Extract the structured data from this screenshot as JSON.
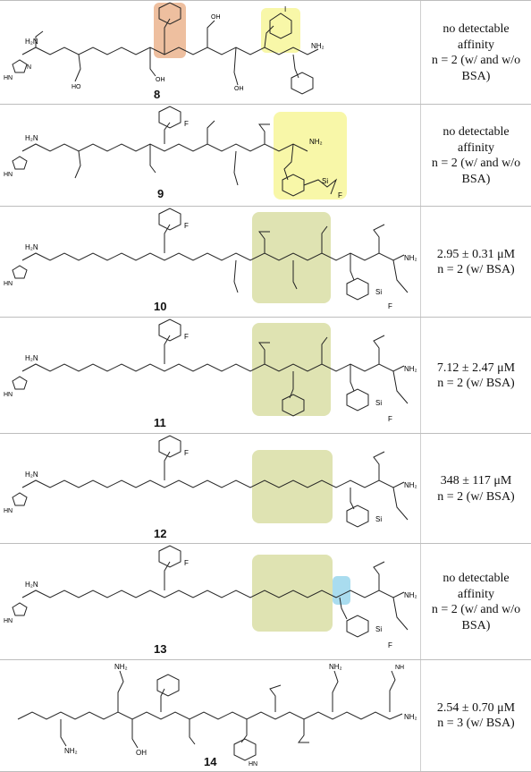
{
  "rows": [
    {
      "compound": "8",
      "lines": [
        "no detectable",
        "affinity",
        "n = 2 (w/ and w/o",
        "BSA)"
      ]
    },
    {
      "compound": "9",
      "lines": [
        "no detectable",
        "affinity",
        "n = 2 (w/ and w/o",
        "BSA)"
      ]
    },
    {
      "compound": "10",
      "lines": [
        "2.95 ± 0.31 μM",
        "n = 2 (w/ BSA)"
      ]
    },
    {
      "compound": "11",
      "lines": [
        "7.12 ± 2.47 μM",
        "n = 2 (w/ BSA)"
      ]
    },
    {
      "compound": "12",
      "lines": [
        "348 ± 117 μM",
        "n = 2 (w/ BSA)"
      ]
    },
    {
      "compound": "13",
      "lines": [
        "no detectable",
        "affinity",
        "n = 2 (w/ and w/o",
        "BSA)"
      ]
    },
    {
      "compound": "14",
      "lines": [
        "2.54 ± 0.70 μM",
        "n = 3 (w/ BSA)"
      ]
    }
  ],
  "highlight_colors": {
    "orange": "#eebf9f",
    "yellow": "#f8f7a8",
    "olive": "#dfe3b2",
    "blue": "#a9dcef"
  }
}
